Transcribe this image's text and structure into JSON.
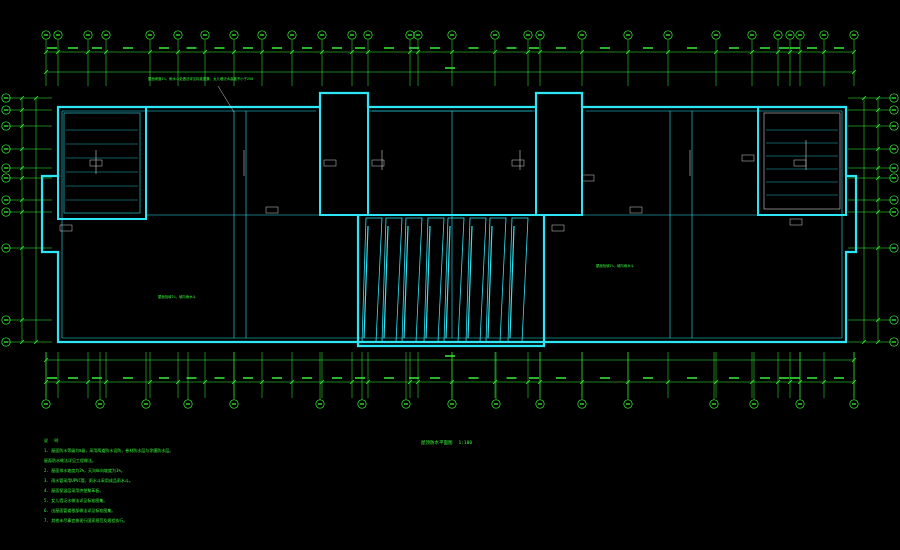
{
  "drawing": {
    "title": "屋顶防水平面图",
    "scale": "1:100"
  },
  "notes": {
    "title": "说 明",
    "items": [
      "1. 屋面防水等级为Ⅱ级，采用两道防水设防，卷材防水层与涂膜防水层。",
      "   屋面防水做法详见工程做法。",
      "2. 屋面排水坡度为2%，天沟纵向坡度为1%。",
      "3. 雨水管采用UPVC管，雨水斗采用成品雨水斗。",
      "4. 屋面保温层采用挤塑聚苯板。",
      "5. 女儿墙泛水做法详见标准图集。",
      "6. 出屋面管道根部做法详见标准图集。",
      "7. 其他未尽事宜按现行国家规范及规程执行。"
    ]
  },
  "annotations": {
    "top_left_note": "屋面坡度2%，雨水斗处做法详见标准图集，女儿墙泛水高度不小于250",
    "middle_note_left": "屋面找坡2%，坡向雨水斗",
    "middle_note_right": "屋面找坡2%，坡向雨水斗"
  },
  "colors": {
    "background": "#000000",
    "wall": "#2ce5f5",
    "grid": "#39ff3a",
    "dimension": "#39ff3a",
    "text": "#39ff3a"
  }
}
